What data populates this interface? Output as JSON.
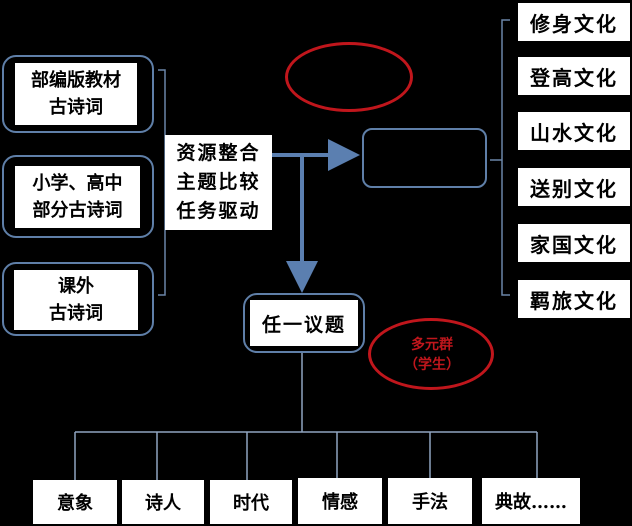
{
  "left_sources": [
    {
      "line1": "部编版教材",
      "line2": "古诗词"
    },
    {
      "line1": "小学、高中",
      "line2": "部分古诗词"
    },
    {
      "line1": "课外",
      "line2": "古诗词"
    }
  ],
  "center_methods": [
    "资源整合",
    "主题比较",
    "任务驱动"
  ],
  "topic_box": "任一议题",
  "multi_group": {
    "line1": "多元群",
    "line2": "（学生）"
  },
  "cultures": [
    "修身文化",
    "登高文化",
    "山水文化",
    "送别文化",
    "家国文化",
    "羁旅文化"
  ],
  "dimensions": [
    "意象",
    "诗人",
    "时代",
    "情感",
    "手法",
    "典故……"
  ],
  "colors": {
    "background": "#000000",
    "box": "#ffffff",
    "connector": "#5b7fb0",
    "highlight_red": "#c0161c"
  }
}
